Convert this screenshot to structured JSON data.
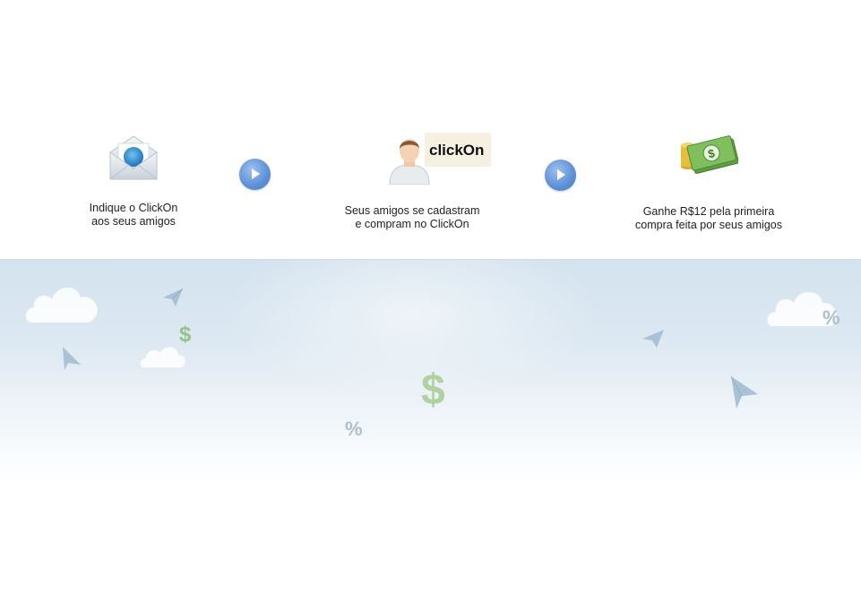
{
  "steps": [
    {
      "line1": "Indique o ClickOn",
      "line2": "aos seus amigos",
      "icon": "envelope-icon"
    },
    {
      "line1": "Seus amigos se cadastram",
      "line2": "e compram no ClickOn",
      "icon": "person-icon",
      "logo": "clickOn"
    },
    {
      "line1": "Ganhe R$12 pela primeira",
      "line2": "compra feita por seus amigos",
      "icon": "money-icon"
    }
  ],
  "arrows": [
    "next-arrow-icon",
    "next-arrow-icon"
  ],
  "decor": {
    "dollar": "$",
    "percent": "%"
  },
  "colors": {
    "arrow": "#5b8fd6",
    "money": "#6fae4f",
    "sky_top": "#d4e3ef"
  }
}
